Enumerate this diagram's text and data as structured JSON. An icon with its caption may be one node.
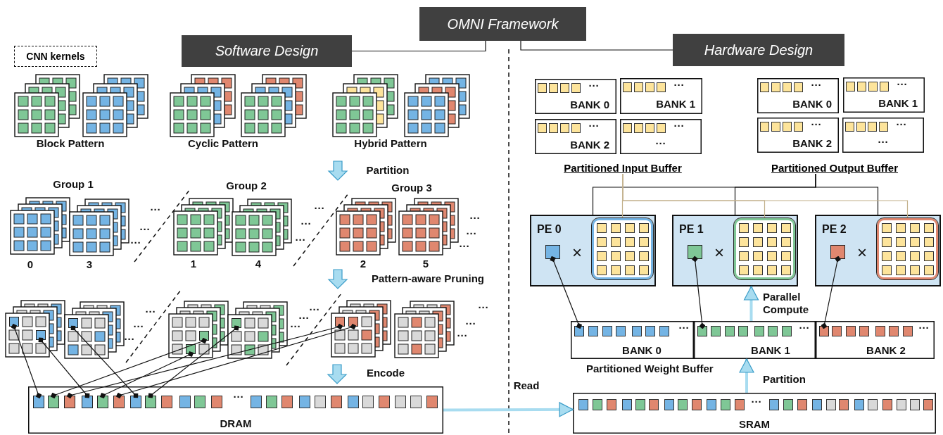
{
  "diagram": {
    "nodes": [
      {
        "text": [
          "OMNI Framework"
        ]
      },
      {
        "text": [
          "Software Design"
        ]
      },
      {
        "text": [
          "Hardware Design"
        ]
      },
      {
        "text": [
          "CNN kernels"
        ]
      },
      {
        "text": [],
        "shape": "box"
      },
      {
        "text": [],
        "shape": "box"
      },
      {
        "text": [],
        "shape": "box"
      },
      {
        "text": [],
        "shape": "box"
      },
      {
        "text": [],
        "shape": "box"
      },
      {
        "text": [],
        "shape": "box"
      },
      {
        "text": [],
        "shape": "box"
      },
      {
        "text": [],
        "shape": "box"
      },
      {
        "text": [
          "···",
          "DRAM"
        ]
      },
      {
        "text": [],
        "shape": "box",
        "in": 12
      },
      {
        "text": [],
        "shape": "box",
        "in": 12
      },
      {
        "text": [],
        "shape": "box",
        "in": 12
      },
      {
        "text": [],
        "shape": "box",
        "in": 12
      },
      {
        "text": [],
        "shape": "box",
        "in": 12
      },
      {
        "text": [],
        "shape": "box",
        "in": 12
      },
      {
        "text": [],
        "shape": "box",
        "in": 12
      },
      {
        "text": [],
        "shape": "box",
        "in": 12
      },
      {
        "text": [
          "···",
          "BANK 0"
        ]
      },
      {
        "text": [
          "···",
          "BANK 1"
        ]
      },
      {
        "text": [
          "···",
          "BANK 2"
        ]
      },
      {
        "text": [
          "···",
          "···"
        ]
      },
      {
        "text": [
          "Partitioned Input Buffer"
        ]
      },
      {
        "text": [
          "···",
          "BANK 0"
        ]
      },
      {
        "text": [
          "···",
          "BANK 1"
        ]
      },
      {
        "text": [
          "···",
          "BANK 2"
        ]
      },
      {
        "text": [
          "···",
          "···"
        ]
      },
      {
        "text": [
          "Partitioned Output Buffer"
        ]
      },
      {
        "text": [
          "PE 0",
          "×"
        ]
      },
      {
        "text": [],
        "shape": "box",
        "in": 31
      },
      {
        "text": [],
        "shape": "box",
        "in": 31
      },
      {
        "text": [
          "PE 1",
          "×"
        ]
      },
      {
        "text": [],
        "shape": "box",
        "in": 34
      },
      {
        "text": [],
        "shape": "box",
        "in": 34
      },
      {
        "text": [
          "PE 2",
          "×"
        ]
      },
      {
        "text": [],
        "shape": "box",
        "in": 37
      },
      {
        "text": [],
        "shape": "box",
        "in": 37
      },
      {
        "text": [
          "Partitioned Weight Buffer"
        ]
      },
      {
        "text": [
          "···",
          "BANK 0"
        ],
        "in": 40
      },
      {
        "text": [],
        "shape": "box",
        "in": 41
      },
      {
        "text": [
          "···",
          "BANK 1"
        ],
        "in": 40
      },
      {
        "text": [],
        "shape": "box",
        "in": 43
      },
      {
        "text": [
          "···",
          "BANK 2"
        ],
        "in": 40
      },
      {
        "text": [],
        "shape": "box",
        "in": 45
      },
      {
        "text": [
          "···",
          "SRAM"
        ]
      }
    ],
    "edges": [
      {
        "from": 0,
        "to": 1,
        "arrow": "none"
      },
      {
        "from": 0,
        "to": 2,
        "arrow": "none"
      },
      {
        "from": 4,
        "to": 13,
        "arrow": "other"
      },
      {
        "from": 5,
        "to": 16,
        "arrow": "other"
      },
      {
        "from": 6,
        "to": 19,
        "arrow": "other"
      },
      {
        "from": 7,
        "to": 14,
        "arrow": "other"
      },
      {
        "from": 8,
        "to": 17,
        "arrow": "other"
      },
      {
        "from": 9,
        "to": 20,
        "arrow": "other"
      },
      {
        "from": 10,
        "to": 15,
        "arrow": "other"
      },
      {
        "from": 11,
        "to": 18,
        "arrow": "other"
      },
      {
        "from": 12,
        "to": 47,
        "arrow": "to",
        "label": "Read",
        "style": "thick",
        "color": "#a8dcf0"
      },
      {
        "from": 47,
        "to": 40,
        "arrow": "to",
        "label": "Partition",
        "style": "thick",
        "color": "#a8dcf0"
      },
      {
        "from": 40,
        "to": 34,
        "arrow": "to",
        "label": "Parallel Compute",
        "style": "thick",
        "color": "#a8dcf0"
      },
      {
        "from": 30,
        "to": 31,
        "arrow": "none"
      },
      {
        "from": 30,
        "to": 34,
        "arrow": "none"
      },
      {
        "from": 30,
        "to": 37,
        "arrow": "none"
      },
      {
        "from": 25,
        "to": 33,
        "arrow": "none",
        "color": "#c2b08a"
      },
      {
        "from": 25,
        "to": 36,
        "arrow": "none",
        "color": "#c2b08a"
      },
      {
        "from": 25,
        "to": 39,
        "arrow": "none",
        "color": "#c2b08a"
      },
      {
        "from": 42,
        "to": 32,
        "arrow": "other"
      },
      {
        "from": 44,
        "to": 35,
        "arrow": "other"
      },
      {
        "from": 46,
        "to": 38,
        "arrow": "other"
      }
    ],
    "labels": [
      "Block Pattern",
      "Cyclic Pattern",
      "Hybrid Pattern",
      "Partition",
      "Group 1",
      "Group 2",
      "Group 3",
      "···",
      "···",
      "···",
      "···",
      "···",
      "···",
      "···",
      "···",
      "···",
      "0",
      "3",
      "1",
      "4",
      "2",
      "5",
      "Pattern-aware Pruning",
      "···",
      "···",
      "···",
      "···",
      "···",
      "···",
      "···",
      "···",
      "···",
      "Encode"
    ]
  }
}
